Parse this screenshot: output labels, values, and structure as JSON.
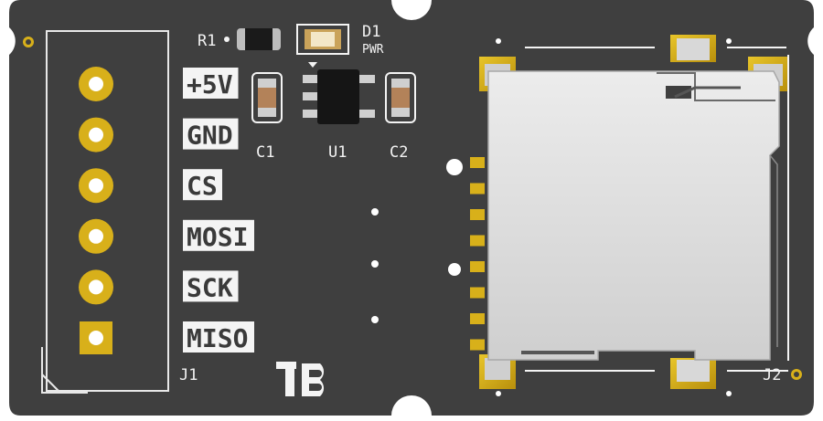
{
  "colors": {
    "pcb": "#3f3f3f",
    "gold": "#d8b01a",
    "silkscreen": "#f4f4f4",
    "connector_metal": "#dcdcdc"
  },
  "designators": {
    "r1": "R1",
    "d1": "D1",
    "d1_sub": "PWR",
    "c1": "C1",
    "u1": "U1",
    "c2": "C2",
    "j1": "J1",
    "j2": "J2"
  },
  "pins": [
    {
      "label": "+5V",
      "pad": "round"
    },
    {
      "label": "GND",
      "pad": "round"
    },
    {
      "label": "CS",
      "pad": "round"
    },
    {
      "label": "MOSI",
      "pad": "round"
    },
    {
      "label": "SCK",
      "pad": "round"
    },
    {
      "label": "MISO",
      "pad": "square"
    }
  ],
  "logo": {
    "name": "board-logo",
    "letter": "B"
  }
}
